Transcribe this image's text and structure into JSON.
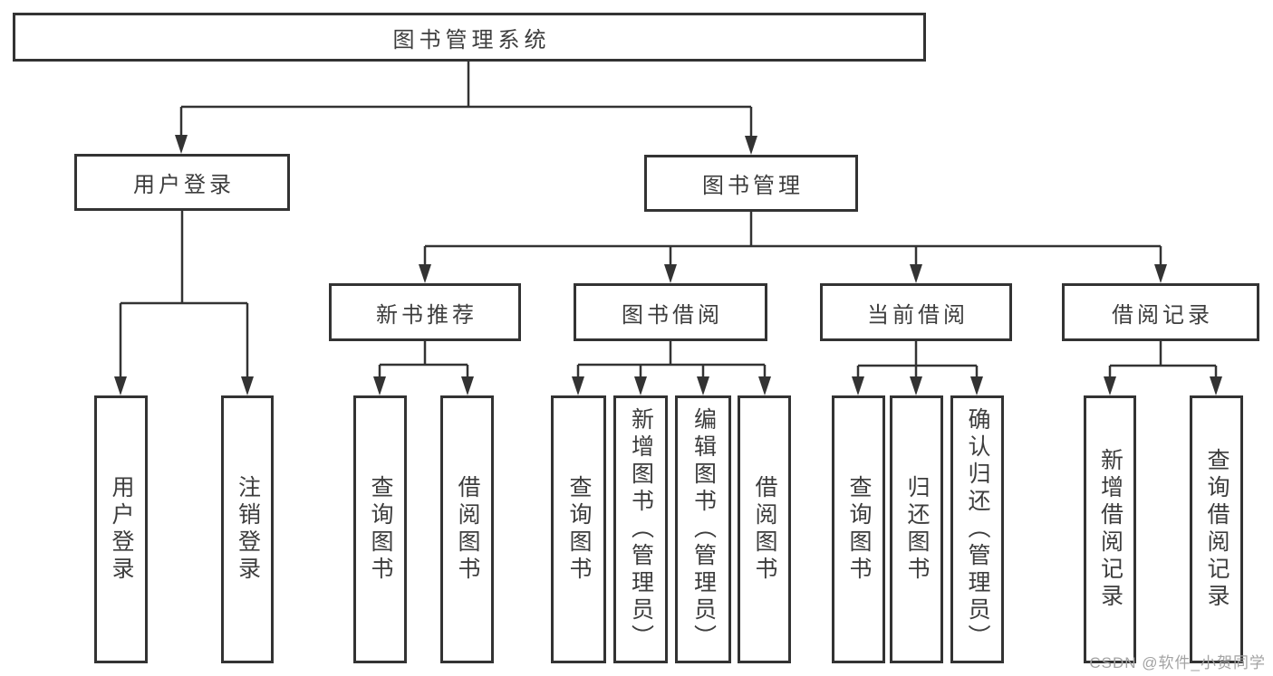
{
  "tree": {
    "root": {
      "label": "图书管理系统",
      "children": [
        {
          "label": "用户登录",
          "children": [
            {
              "label": "用户登录"
            },
            {
              "label": "注销登录"
            }
          ]
        },
        {
          "label": "图书管理",
          "children": [
            {
              "label": "新书推荐",
              "children": [
                {
                  "label": "查询图书"
                },
                {
                  "label": "借阅图书"
                }
              ]
            },
            {
              "label": "图书借阅",
              "children": [
                {
                  "label": "查询图书"
                },
                {
                  "label": "新增图书（管理员）"
                },
                {
                  "label": "编辑图书（管理员）"
                },
                {
                  "label": "借阅图书"
                }
              ]
            },
            {
              "label": "当前借阅",
              "children": [
                {
                  "label": "查询图书"
                },
                {
                  "label": "归还图书"
                },
                {
                  "label": "确认归还（管理员）"
                }
              ]
            },
            {
              "label": "借阅记录",
              "children": [
                {
                  "label": "新增借阅记录"
                },
                {
                  "label": "查询借阅记录"
                }
              ]
            }
          ]
        }
      ]
    }
  },
  "watermark": {
    "text": "CSDN @软件_小贺同学"
  },
  "colors": {
    "line": "#333333",
    "box_border": "#333333",
    "text": "#3d3d3d",
    "watermark": "#a3a3a3",
    "background": "#ffffff"
  }
}
